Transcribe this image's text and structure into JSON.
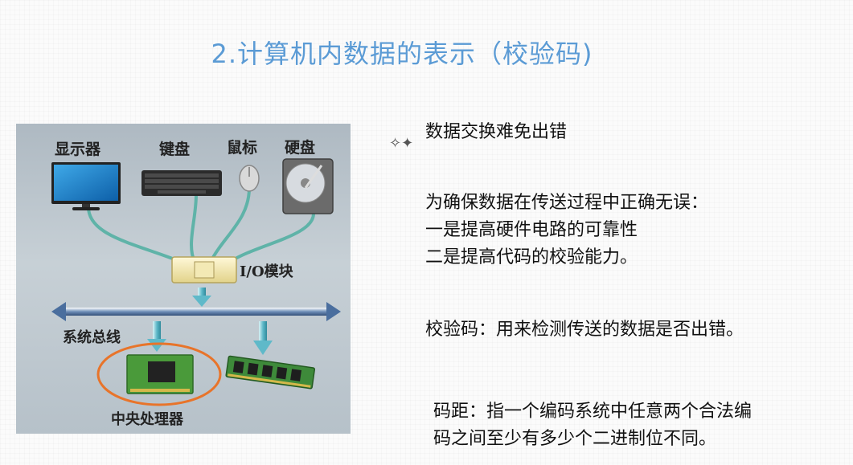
{
  "slide": {
    "title": "2.计算机内数据的表示（校验码)",
    "diagram": {
      "labels": {
        "monitor": "显示器",
        "keyboard": "键盘",
        "mouse": "鼠标",
        "harddisk": "硬盘",
        "io_module": "I/O模块",
        "system_bus": "系统总线",
        "cpu": "中央处理器"
      }
    },
    "text": {
      "line1": "数据交换难免出错",
      "line2": "为确保数据在传送过程中正确无误：",
      "line3": "一是提高硬件电路的可靠性",
      "line4": "二是提高代码的校验能力。",
      "line5": "校验码：用来检测传送的数据是否出错。",
      "line6": "码距：指一个编码系统中任意两个合法编",
      "line7": "码之间至少有多少个二进制位不同。"
    }
  },
  "colors": {
    "title": "#5b9bd5",
    "diagram_bg": "#b9c4cc",
    "cable": "#5fb3a8",
    "bus": "#4a6e9e",
    "highlight_ring": "#e8742a"
  }
}
